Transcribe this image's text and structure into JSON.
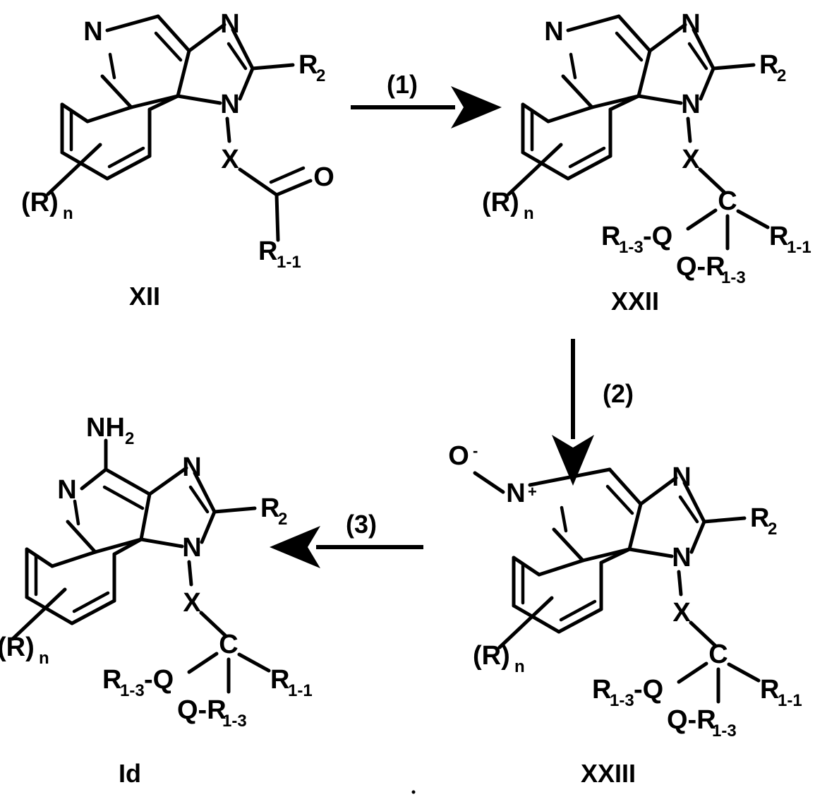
{
  "scheme": {
    "title": "Reaction scheme: conversion of XII to Id via XXII and XXIII",
    "structures": [
      {
        "id": "XII",
        "position": "top-left",
        "caption": "XII",
        "core": "1H-imidazo[4,5-c]quinoline",
        "labels": {
          "ring_n5": "N",
          "imidazole_n3": "N",
          "imidazole_n1": "N",
          "r2": "R",
          "r2_sub": "2",
          "rn": "(R)",
          "rn_sub": "n",
          "x": "X",
          "o": "O",
          "r11": "R",
          "r11_sub": "1-1"
        }
      },
      {
        "id": "XXII",
        "position": "top-right",
        "caption": "XXII",
        "core": "1H-imidazo[4,5-c]quinoline",
        "labels": {
          "ring_n5": "N",
          "imidazole_n3": "N",
          "imidazole_n1": "N",
          "r2": "R",
          "r2_sub": "2",
          "rn": "(R)",
          "rn_sub": "n",
          "x": "X",
          "c": "C",
          "left_group": "R",
          "left_group_sub": "1-3",
          "left_group_tail": "-Q",
          "down_group": "Q-R",
          "down_group_sub": "1-3",
          "right_group": "R",
          "right_group_sub": "1-1"
        }
      },
      {
        "id": "XXIII",
        "position": "bottom-right",
        "caption": "XXIII",
        "core": "1H-imidazo[4,5-c]quinoline 5N-oxide",
        "labels": {
          "oxide_o": "O",
          "oxide_charge": "-",
          "ring_n5": "N",
          "ring_n5_charge": "+",
          "imidazole_n3": "N",
          "imidazole_n1": "N",
          "r2": "R",
          "r2_sub": "2",
          "rn": "(R)",
          "rn_sub": "n",
          "x": "X",
          "c": "C",
          "left_group": "R",
          "left_group_sub": "1-3",
          "left_group_tail": "-Q",
          "down_group": "Q-R",
          "down_group_sub": "1-3",
          "right_group": "R",
          "right_group_sub": "1-1"
        }
      },
      {
        "id": "Id",
        "position": "bottom-left",
        "caption": "Id",
        "core": "4-amino-1H-imidazo[4,5-c]quinoline",
        "labels": {
          "amine": "NH",
          "amine_sub": "2",
          "ring_n5": "N",
          "imidazole_n3": "N",
          "imidazole_n1": "N",
          "r2": "R",
          "r2_sub": "2",
          "rn": "(R)",
          "rn_sub": "n",
          "x": "X",
          "c": "C",
          "left_group": "R",
          "left_group_sub": "1-3",
          "left_group_tail": "-Q",
          "down_group": "Q-R",
          "down_group_sub": "1-3",
          "right_group": "R",
          "right_group_sub": "1-1"
        }
      }
    ],
    "arrows": [
      {
        "id": "step1",
        "label": "(1)",
        "direction": "right",
        "from": "XII",
        "to": "XXII"
      },
      {
        "id": "step2",
        "label": "(2)",
        "direction": "down",
        "from": "XXII",
        "to": "XXIII"
      },
      {
        "id": "step3",
        "label": "(3)",
        "direction": "left",
        "from": "XXIII",
        "to": "Id"
      }
    ]
  }
}
